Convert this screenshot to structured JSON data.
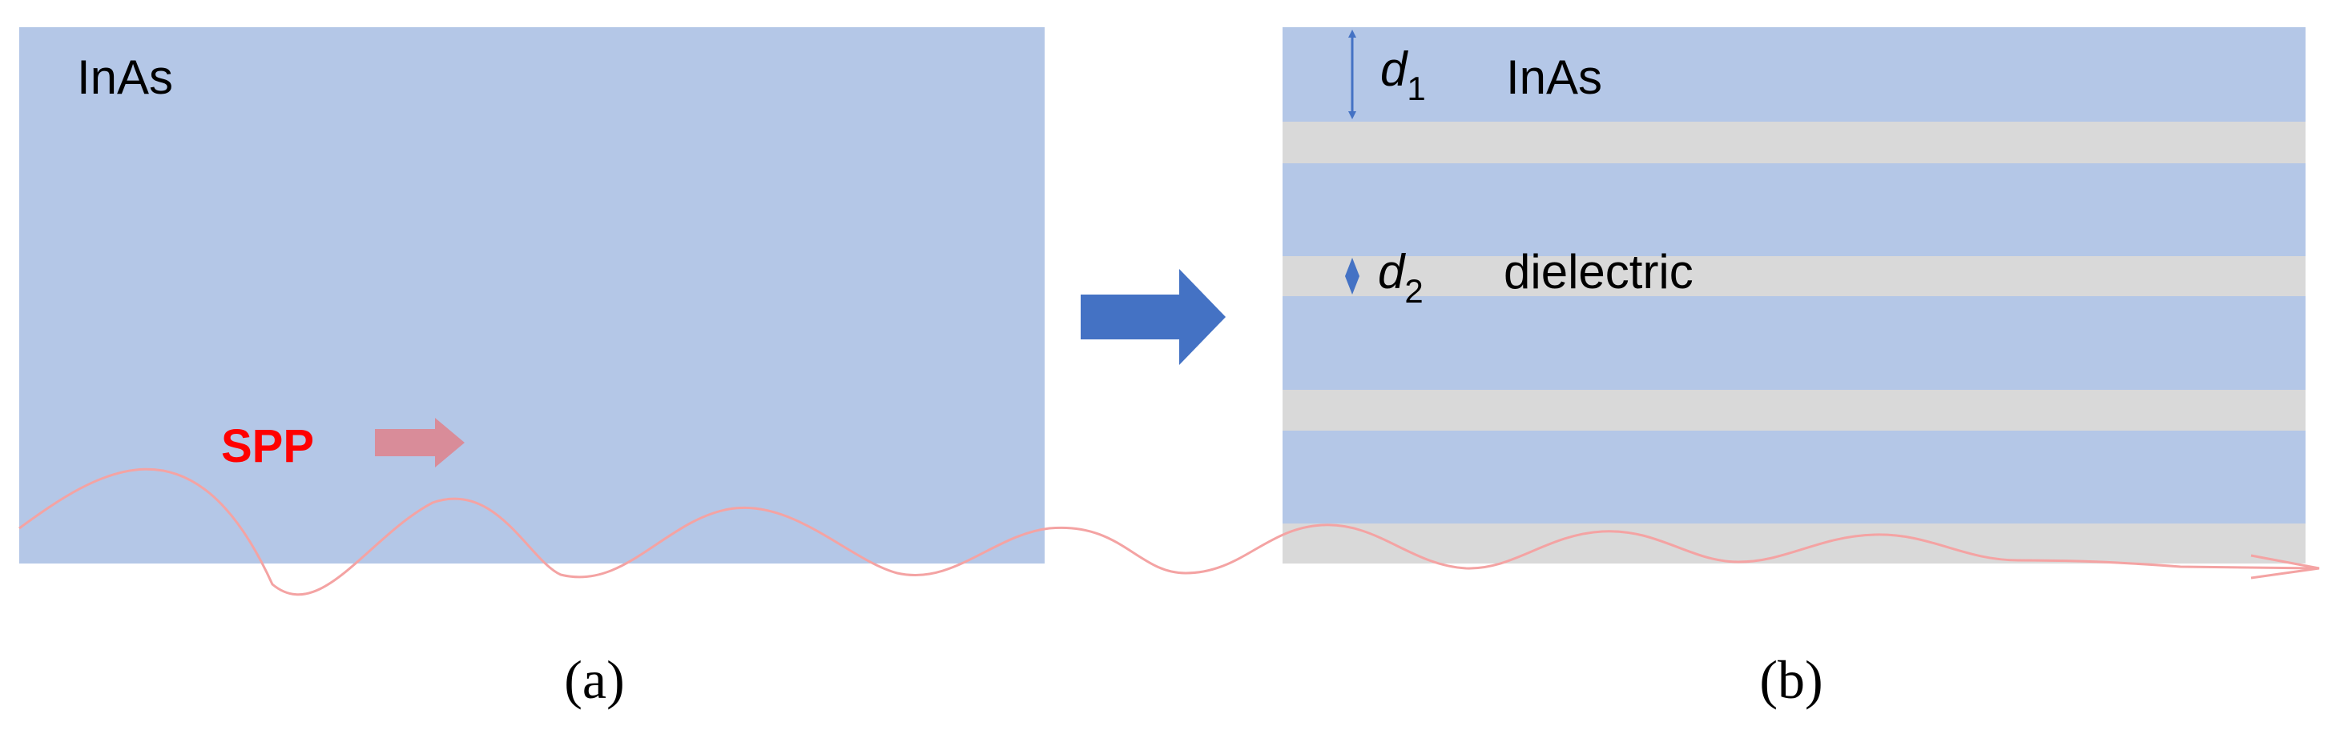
{
  "panel_a": {
    "material_label": "InAs",
    "spp_label": "SPP",
    "caption": "(a)"
  },
  "panel_b": {
    "layer_label": "InAs",
    "dielectric_label": "dielectric",
    "d1_symbol": "d",
    "d1_subscript": "1",
    "d2_symbol": "d",
    "d2_subscript": "2",
    "caption": "(b)"
  },
  "colors": {
    "inas": "#b4c7e7",
    "dielectric": "#d9d9d9",
    "arrow_blue": "#4472c4",
    "spp_text": "#ff0000",
    "spp_arrow": "#d98c99",
    "wave": "#f4a3a3"
  }
}
